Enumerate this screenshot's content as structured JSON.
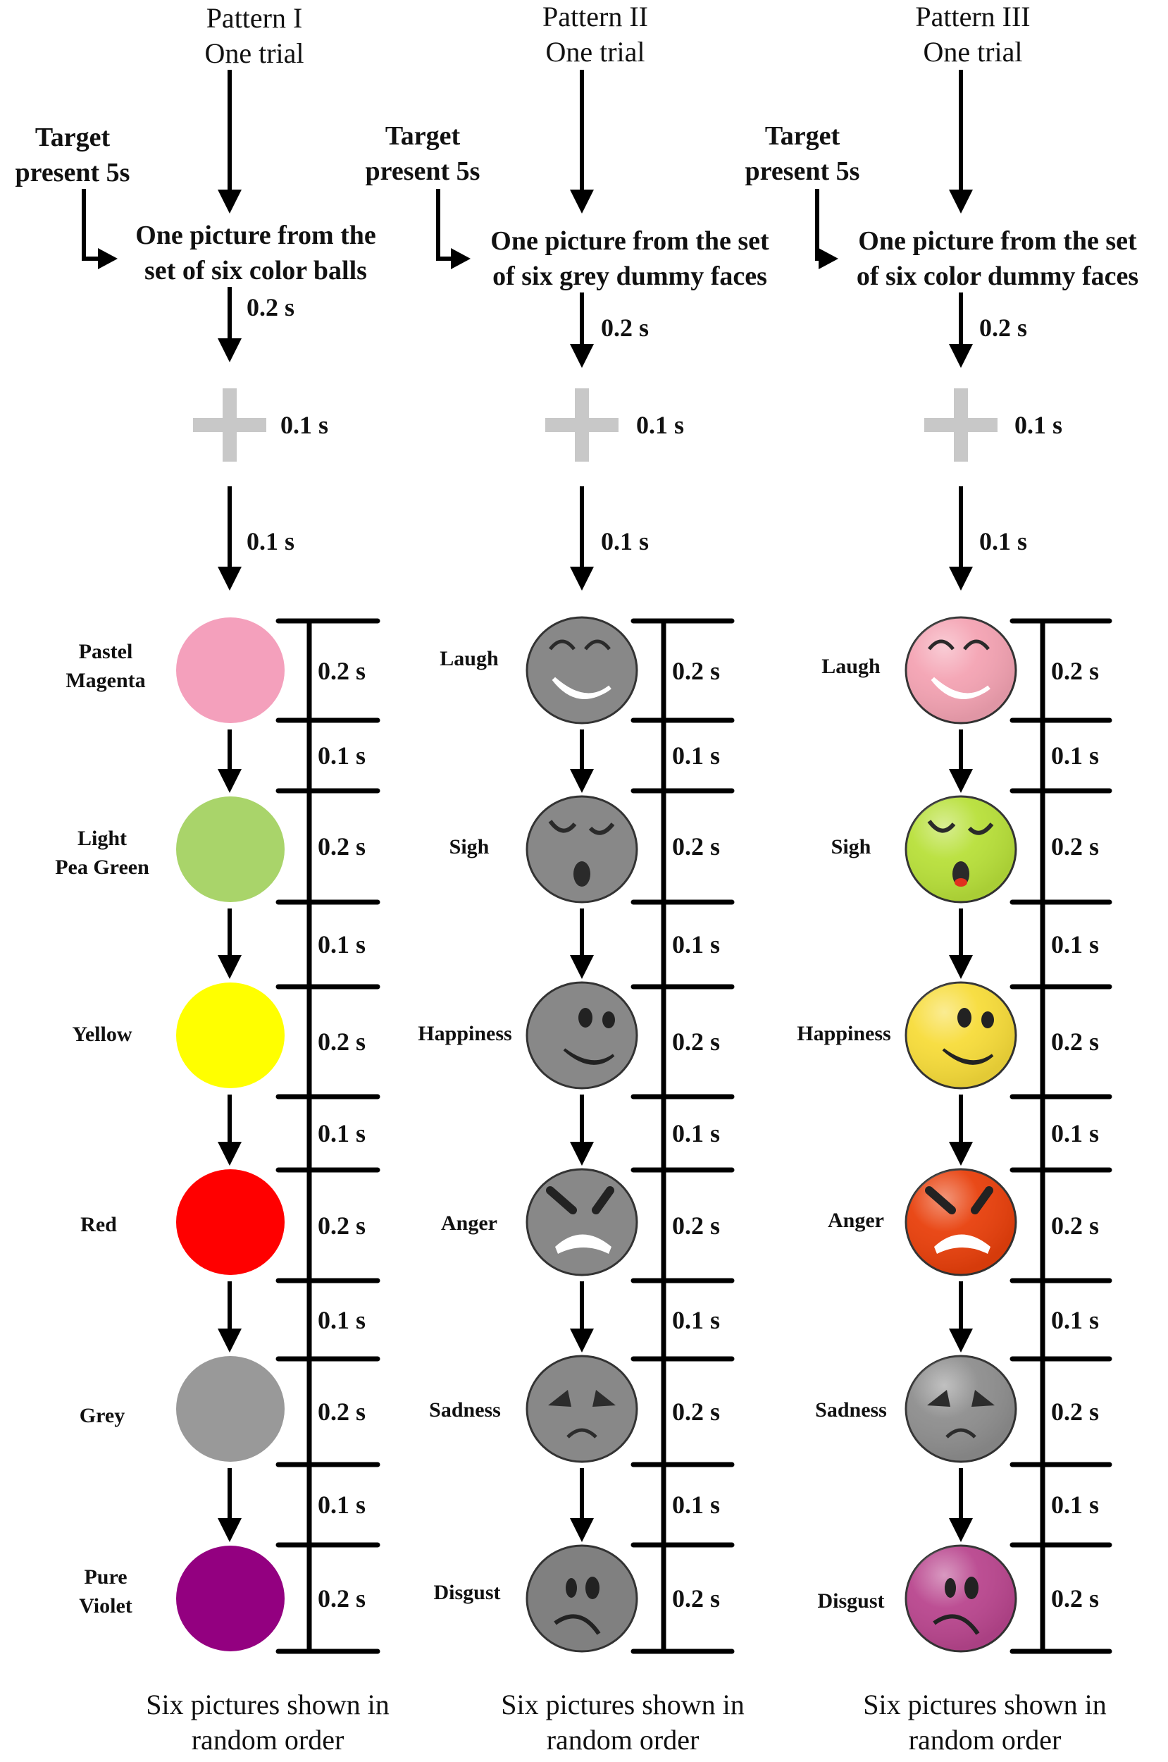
{
  "patterns": [
    {
      "title_line1": "Pattern I",
      "title_line2": "One trial",
      "target_line1": "Target",
      "target_line2": "present 5s",
      "desc_line1": "One picture from the",
      "desc_line2": "set of six color balls",
      "first_interval": "0.2 s",
      "fixation_duration": "0.1 s",
      "pre_stim_interval": "0.1 s",
      "stimulus_type": "color-ball",
      "stimuli": [
        {
          "label_line1": "Pastel",
          "label_line2": "Magenta",
          "color": "#F4A0BC"
        },
        {
          "label_line1": "Light",
          "label_line2": "Pea Green",
          "color": "#A9D46A"
        },
        {
          "label_line1": "Yellow",
          "label_line2": "",
          "color": "#FFFF00"
        },
        {
          "label_line1": "Red",
          "label_line2": "",
          "color": "#FF0000"
        },
        {
          "label_line1": "Grey",
          "label_line2": "",
          "color": "#999999"
        },
        {
          "label_line1": "Pure",
          "label_line2": "Violet",
          "color": "#930080"
        }
      ],
      "timeline": [
        "0.2 s",
        "0.1 s",
        "0.2 s",
        "0.1 s",
        "0.2 s",
        "0.1 s",
        "0.2 s",
        "0.1 s",
        "0.2 s",
        "0.1 s",
        "0.2 s"
      ],
      "footer_line1": "Six pictures shown in",
      "footer_line2": "random order"
    },
    {
      "title_line1": "Pattern II",
      "title_line2": "One trial",
      "target_line1": "Target",
      "target_line2": "present 5s",
      "desc_line1": "One picture from the set",
      "desc_line2": "of six grey dummy faces",
      "first_interval": "0.2 s",
      "fixation_duration": "0.1 s",
      "pre_stim_interval": "0.1 s",
      "stimulus_type": "grey-face",
      "stimuli": [
        {
          "label_line1": "Laugh",
          "label_line2": "",
          "color": "#888888",
          "expression": "laugh"
        },
        {
          "label_line1": "Sigh",
          "label_line2": "",
          "color": "#888888",
          "expression": "sigh"
        },
        {
          "label_line1": "Happiness",
          "label_line2": "",
          "color": "#888888",
          "expression": "happiness"
        },
        {
          "label_line1": "Anger",
          "label_line2": "",
          "color": "#888888",
          "expression": "anger"
        },
        {
          "label_line1": "Sadness",
          "label_line2": "",
          "color": "#888888",
          "expression": "sadness"
        },
        {
          "label_line1": "Disgust",
          "label_line2": "",
          "color": "#808080",
          "expression": "disgust"
        }
      ],
      "timeline": [
        "0.2 s",
        "0.1 s",
        "0.2 s",
        "0.1 s",
        "0.2 s",
        "0.1 s",
        "0.2 s",
        "0.1 s",
        "0.2 s",
        "0.1 s",
        "0.2 s"
      ],
      "footer_line1": "Six pictures shown in",
      "footer_line2": "random order"
    },
    {
      "title_line1": "Pattern III",
      "title_line2": "One trial",
      "target_line1": "Target",
      "target_line2": "present 5s",
      "desc_line1": "One picture from the set",
      "desc_line2": "of six color dummy faces",
      "first_interval": "0.2 s",
      "fixation_duration": "0.1 s",
      "pre_stim_interval": "0.1 s",
      "stimulus_type": "color-face",
      "stimuli": [
        {
          "label_line1": "Laugh",
          "label_line2": "",
          "color": "#F4A3B3",
          "expression": "laugh"
        },
        {
          "label_line1": "Sigh",
          "label_line2": "",
          "color": "#B8E03A",
          "expression": "sigh"
        },
        {
          "label_line1": "Happiness",
          "label_line2": "",
          "color": "#F7DC3A",
          "expression": "happiness"
        },
        {
          "label_line1": "Anger",
          "label_line2": "",
          "color": "#E8400C",
          "expression": "anger"
        },
        {
          "label_line1": "Sadness",
          "label_line2": "",
          "color": "#8E8E8E",
          "expression": "sadness"
        },
        {
          "label_line1": "Disgust",
          "label_line2": "",
          "color": "#B9468E",
          "expression": "disgust"
        }
      ],
      "timeline": [
        "0.2 s",
        "0.1 s",
        "0.2 s",
        "0.1 s",
        "0.2 s",
        "0.1 s",
        "0.2 s",
        "0.1 s",
        "0.2 s",
        "0.1 s",
        "0.2 s"
      ],
      "footer_line1": "Six pictures shown in",
      "footer_line2": "random order"
    }
  ],
  "colors": {
    "ink": "#111111",
    "fixation_cross": "#C8C8C8",
    "background": "#FFFFFF"
  }
}
